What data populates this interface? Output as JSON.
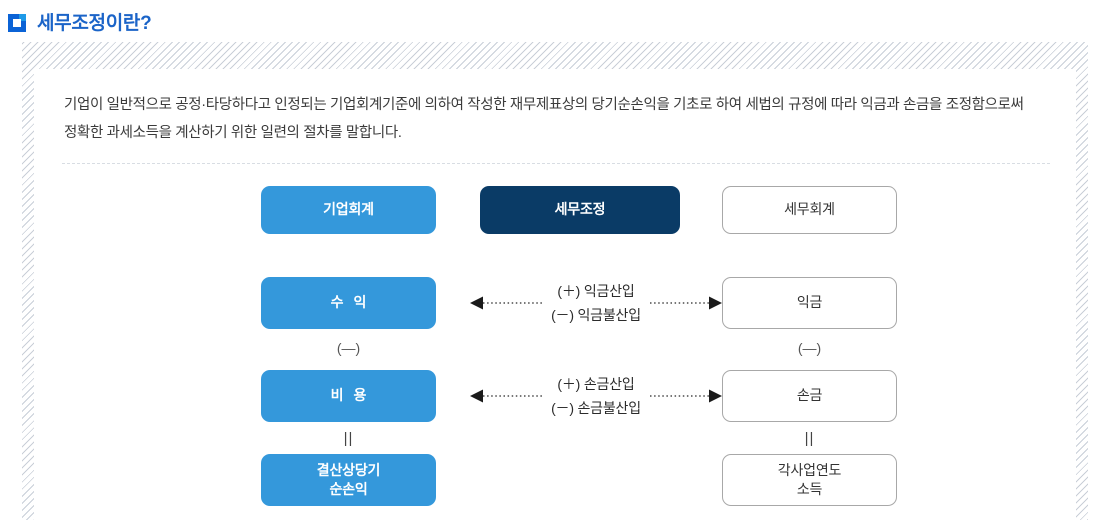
{
  "header": {
    "icon": "square-bullet-icon",
    "title": "세무조정이란?",
    "title_color": "#1b64c8"
  },
  "intro": {
    "paragraph": "기업이 일반적으로 공정·타당하다고 인정되는 기업회계기준에 의하여 작성한 재무제표상의 당기순손익을 기초로 하여 세법의 규정에 따라 익금과 손금을 조정함으로써 정확한 과세소득을 계산하기 위한 일련의 절차를 말합니다."
  },
  "diagram": {
    "colors": {
      "blue": "#3498db",
      "navy": "#0a3b66",
      "white_border": "#a8a8a8"
    },
    "headers": {
      "left": "기업회계",
      "center": "세무조정",
      "right": "세무회계"
    },
    "left_column": {
      "row1": "수 익",
      "operator1": "(—)",
      "row2": "비 용",
      "operator2": "||",
      "row3_line1": "결산상당기",
      "row3_line2": "순손익"
    },
    "right_column": {
      "row1": "익금",
      "operator1": "(—)",
      "row2": "손금",
      "operator2": "||",
      "row3_line1": "각사업연도",
      "row3_line2": "소득"
    },
    "adjustments": [
      {
        "add_label": "(＋) 익금산입",
        "sub_label": "(－) 익금불산입",
        "left_arrow": "arrow-left-icon",
        "right_arrow": "arrow-right-icon"
      },
      {
        "add_label": "(＋) 손금산입",
        "sub_label": "(－) 손금불산입",
        "left_arrow": "arrow-left-icon",
        "right_arrow": "arrow-right-icon"
      }
    ]
  }
}
